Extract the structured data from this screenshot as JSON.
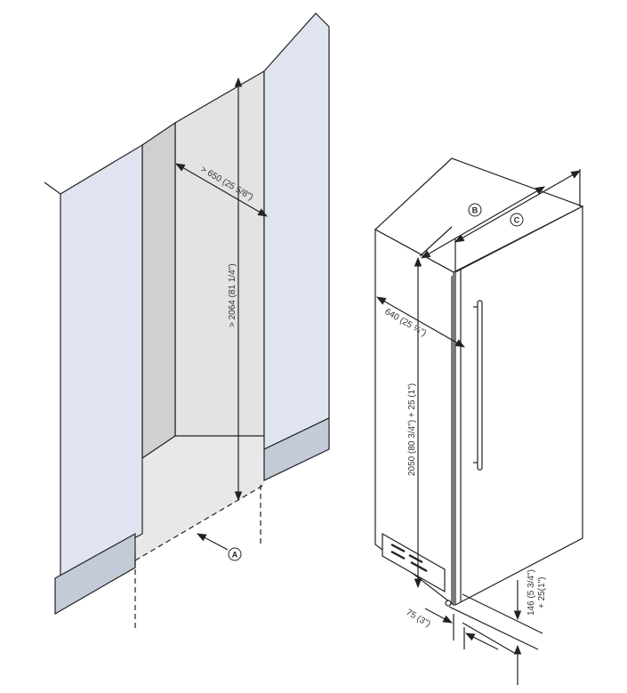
{
  "dimensions": {
    "niche_depth": "> 650 (25 5/8\")",
    "niche_height": "> 2064 (81 1/4\")",
    "appliance_depth": "640 (25 ¼\")",
    "appliance_height": "2050 (80 3/4\") + 25 (1\")",
    "plinth_height_line1": "146 (5 3/4\")",
    "plinth_height_line2": "+ 25(1\")",
    "plinth_setback": "75 (3\")"
  },
  "callouts": {
    "a": "A",
    "b": "B",
    "c": "C"
  },
  "colors": {
    "wall": "#dfe4f0",
    "plinth": "#c3cad8",
    "niche_back": "#e3e3e3",
    "niche_side": "#d0d0d0",
    "floor": "#e8e8e8",
    "line": "#222222"
  }
}
